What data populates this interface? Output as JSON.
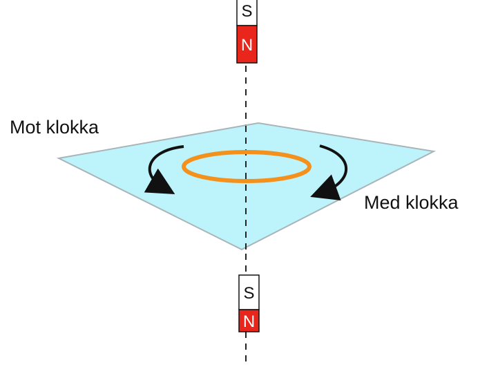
{
  "labels": {
    "counterclockwise": "Mot klokka",
    "clockwise": "Med klokka"
  },
  "magnets": {
    "top": {
      "upper_pole": "S",
      "lower_pole": "N"
    },
    "bottom": {
      "upper_pole": "S",
      "lower_pole": "N"
    }
  },
  "colors": {
    "plane_fill": "#bdf3fb",
    "plane_stroke": "#a9b4b9",
    "ring": "#f4901c",
    "north_pole": "#e8261c",
    "south_pole": "#ffffff",
    "axis": "#222222",
    "arrow": "#111111"
  }
}
